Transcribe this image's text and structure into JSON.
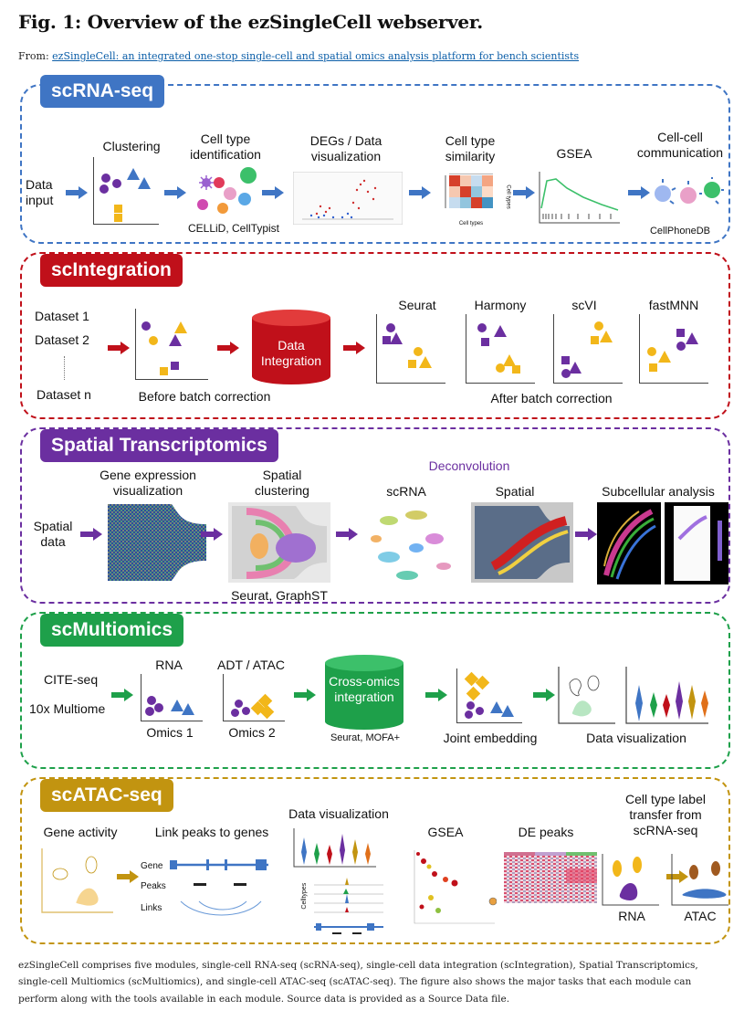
{
  "header": {
    "title": "Fig. 1: Overview of the ezSingleCell webserver.",
    "from_prefix": "From:",
    "from_link": "ezSingleCell: an integrated one-stop single-cell and spatial omics analysis platform for bench scientists"
  },
  "colors": {
    "scrna": "#3f75c4",
    "scint": "#c0101a",
    "spatial": "#6b2fa0",
    "multi": "#1ea04a",
    "atac": "#c29410",
    "purple": "#6b2fa0",
    "yellow": "#f2b71a"
  },
  "scrna": {
    "label": "scRNA-seq",
    "data_input": "Data input",
    "clustering": "Clustering",
    "cell_type_id": "Cell type identification",
    "cell_type_id_tools": "CELLiD, CellTypist",
    "degs": "DEGs / Data visualization",
    "similarity": "Cell type similarity",
    "sim_axis_x": "Cell types",
    "sim_axis_y": "Cell types",
    "gsea": "GSEA",
    "ccc": "Cell-cell communication",
    "ccc_tool": "CellPhoneDB"
  },
  "scint": {
    "label": "scIntegration",
    "dataset1": "Dataset 1",
    "dataset2": "Dataset 2",
    "datasetn": "Dataset n",
    "before": "Before batch correction",
    "cylinder": "Data Integration",
    "methods": [
      "Seurat",
      "Harmony",
      "scVI",
      "fastMNN"
    ],
    "after": "After batch correction"
  },
  "spatial": {
    "label": "Spatial Transcriptomics",
    "spatial_data": "Spatial data",
    "gene_expr": "Gene expression visualization",
    "clustering": "Spatial clustering",
    "clustering_tools": "Seurat, GraphST",
    "deconvolution": "Deconvolution",
    "scrna": "scRNA",
    "spatial": "Spatial",
    "subcellular": "Subcellular analysis"
  },
  "multi": {
    "label": "scMultiomics",
    "cite": "CITE-seq",
    "multiome": "10x Multiome",
    "rna": "RNA",
    "omics1": "Omics 1",
    "adt": "ADT / ATAC",
    "omics2": "Omics 2",
    "cylinder": "Cross-omics integration",
    "tools": "Seurat, MOFA+",
    "joint": "Joint embedding",
    "dataviz": "Data visualization"
  },
  "atac": {
    "label": "scATAC-seq",
    "gene_activity": "Gene activity",
    "link_peaks": "Link peaks to genes",
    "gene": "Gene",
    "peaks": "Peaks",
    "links": "Links",
    "dataviz": "Data visualization",
    "celltypes": "Celltypes",
    "gsea": "GSEA",
    "de_peaks": "DE peaks",
    "transfer": "Cell type label transfer from scRNA-seq",
    "rna": "RNA",
    "atac": "ATAC"
  },
  "caption": "ezSingleCell comprises five modules, single-cell RNA-seq (scRNA-seq), single-cell data integration (scIntegration), Spatial Transcriptomics, single-cell Multiomics (scMultiomics), and single-cell ATAC-seq (scATAC-seq). The figure also shows the major tasks that each module can perform along with the tools available in each module. Source data is provided as a Source Data file."
}
